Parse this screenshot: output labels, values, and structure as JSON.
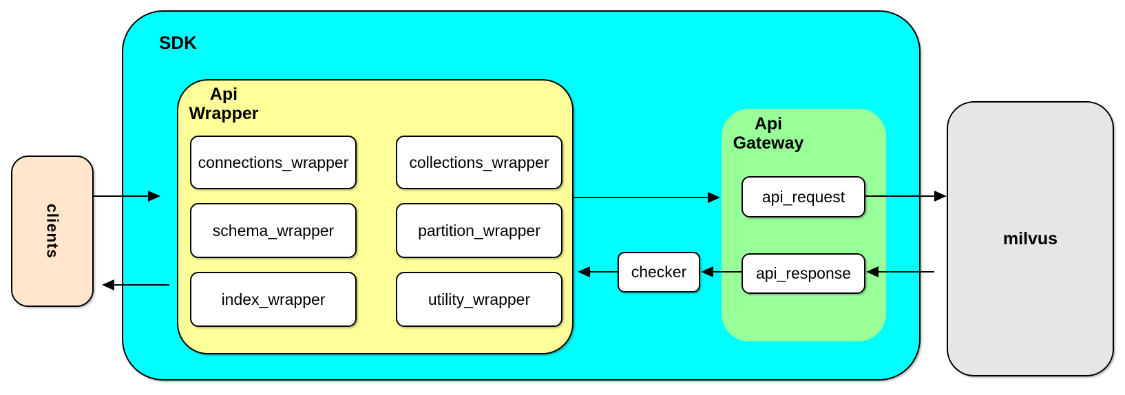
{
  "colors": {
    "canvas_bg": "#FFFFFF",
    "sdk_fill": "#00FFFF",
    "api_wrapper_fill": "#FFFF99",
    "api_gateway_fill": "#99FF99",
    "clients_fill": "#FFE6CC",
    "milvus_fill": "#E6E6E6",
    "node_fill": "#FFFFFF",
    "stroke": "#000000"
  },
  "nodes": {
    "clients": {
      "label": "clients"
    },
    "sdk": {
      "label": "SDK"
    },
    "api_wrapper": {
      "label": "Api\nWrapper",
      "children": [
        "connections_wrapper",
        "collections_wrapper",
        "schema_wrapper",
        "partition_wrapper",
        "index_wrapper",
        "utility_wrapper"
      ]
    },
    "checker": {
      "label": "checker"
    },
    "api_gateway": {
      "label": "Api\nGateway",
      "children": [
        "api_request",
        "api_response"
      ]
    },
    "milvus": {
      "label": "milvus"
    }
  },
  "edges": [
    {
      "from": "clients",
      "to": "sdk"
    },
    {
      "from": "sdk",
      "to": "clients"
    },
    {
      "from": "api_wrapper",
      "to": "api_gateway"
    },
    {
      "from": "api_request",
      "to": "milvus"
    },
    {
      "from": "milvus",
      "to": "api_response"
    },
    {
      "from": "api_response",
      "to": "checker"
    },
    {
      "from": "checker",
      "to": "api_wrapper"
    }
  ]
}
